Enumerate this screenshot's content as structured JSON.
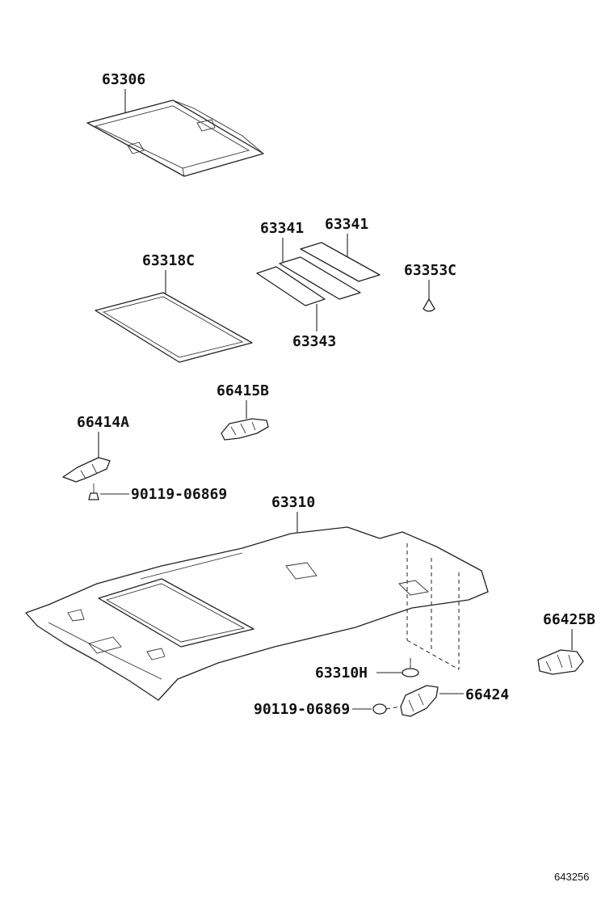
{
  "diagram": {
    "labels": {
      "sunshade": "63306",
      "opening_trim": "63318C",
      "pad_upper": "63341",
      "pad_middle": "63341",
      "pad_lower": "63343",
      "clip_small": "63353C",
      "holder_b": "66415B",
      "holder_a": "66414A",
      "screw_left": "90119-06869",
      "headliner": "63310",
      "headliner_clip": "63310H",
      "holder_right_b": "66425B",
      "bracket_right": "66424",
      "screw_right": "90119-06869"
    },
    "figure_id": "643256"
  }
}
